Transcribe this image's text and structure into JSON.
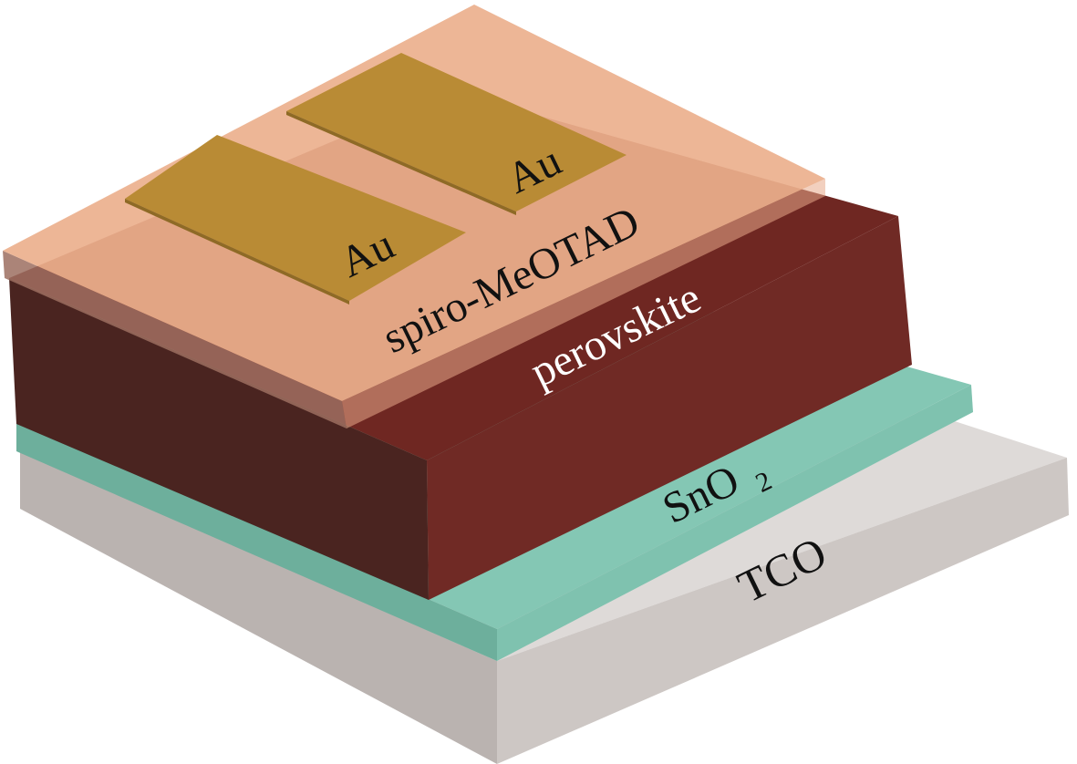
{
  "layers": {
    "tco": {
      "label": "TCO",
      "top_color": "#dedad8",
      "front_color": "#bab3b0",
      "side_color": "#cdc7c4"
    },
    "sno2": {
      "label_main": "SnO",
      "label_sub": "2",
      "top_color": "#84c7b4",
      "front_color": "#6daf9c",
      "side_color": "#7fc2af"
    },
    "perovskite": {
      "label": "perovskite",
      "top_color": "#6f2722",
      "front_color": "#4a2420",
      "side_color": "#702a25"
    },
    "spiro": {
      "label": "spiro-MeOTAD",
      "top_color": "#ebb08d",
      "front_color": "#9c6f60",
      "side_color": "#e8a98a"
    },
    "electrodes": [
      {
        "label": "Au",
        "color": "#b98b35"
      },
      {
        "label": "Au",
        "color": "#b98b35"
      }
    ]
  }
}
